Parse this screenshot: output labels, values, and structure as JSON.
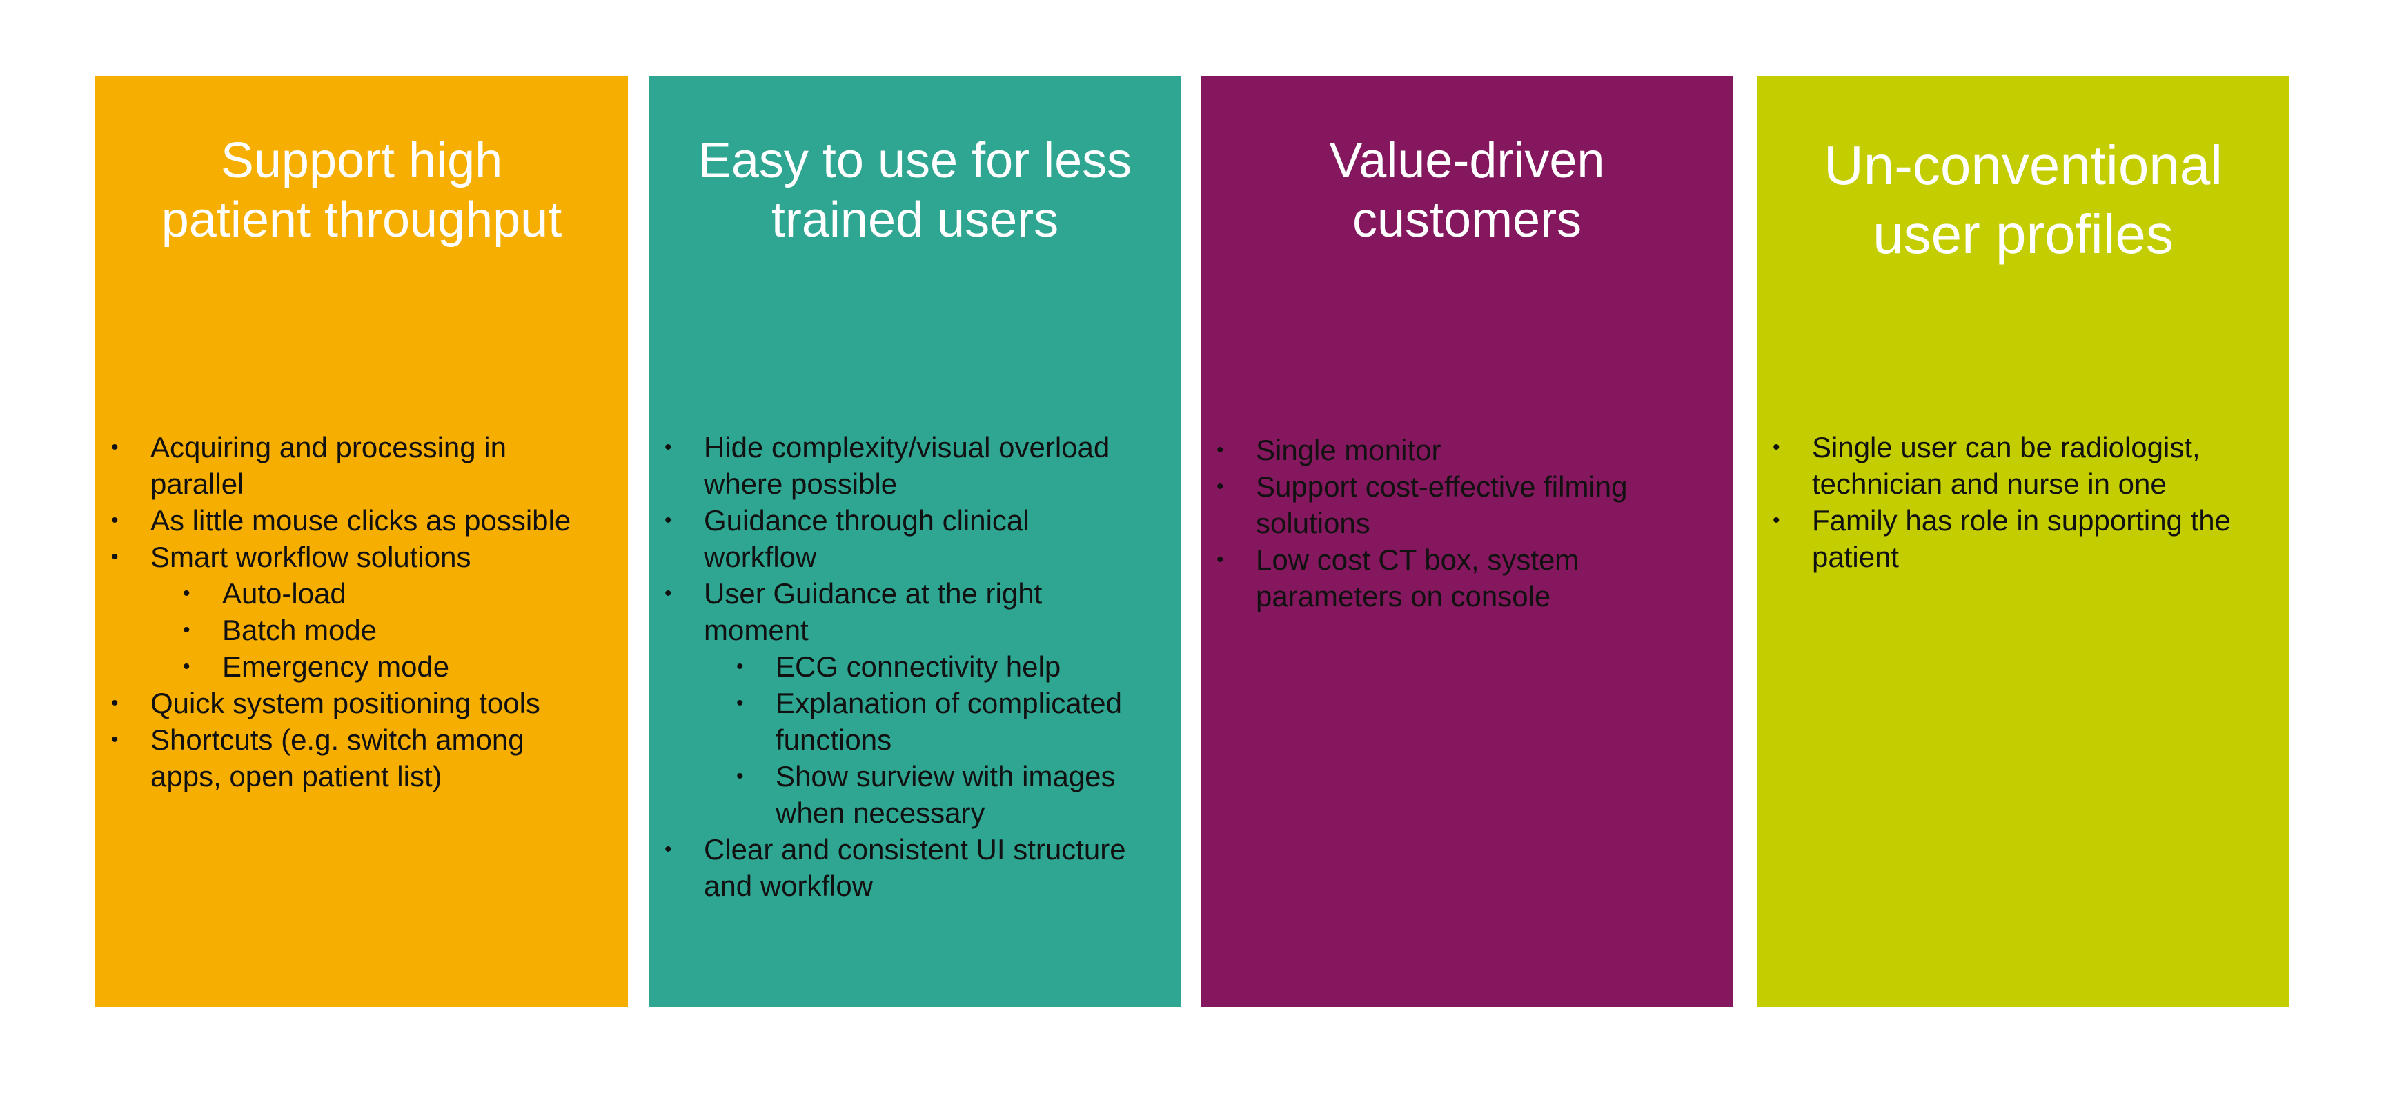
{
  "panels": [
    {
      "color": "#f6ae00",
      "title_lines": [
        "Support high",
        "patient throughput"
      ],
      "items": [
        {
          "text": "Acquiring and processing in",
          "cont": "parallel",
          "level": 1
        },
        {
          "text": "As little mouse clicks as possible",
          "level": 1
        },
        {
          "text": "Smart workflow solutions",
          "level": 1
        },
        {
          "text": "Auto-load",
          "level": 2
        },
        {
          "text": "Batch mode",
          "level": 2
        },
        {
          "text": "Emergency mode",
          "level": 2
        },
        {
          "text": "Quick system positioning tools",
          "level": 1
        },
        {
          "text": "Shortcuts (e.g. switch among",
          "cont": "apps, open patient list)",
          "level": 1
        }
      ]
    },
    {
      "color": "#2fa692",
      "title_lines": [
        "Easy to use for less",
        "trained users"
      ],
      "items": [
        {
          "text": "Hide complexity/visual overload",
          "cont": "where possible",
          "level": 1
        },
        {
          "text": "Guidance through clinical",
          "cont": "workflow",
          "level": 1
        },
        {
          "text": "User Guidance at the right",
          "cont": "moment",
          "level": 1
        },
        {
          "text": "ECG connectivity help",
          "level": 2
        },
        {
          "text": "Explanation of complicated",
          "cont": "functions",
          "level": 2
        },
        {
          "text": "Show surview with images",
          "cont": "when necessary",
          "level": 2
        },
        {
          "text": "Clear and consistent UI structure",
          "cont": "and workflow",
          "level": 1
        }
      ]
    },
    {
      "color": "#84175e",
      "title_lines": [
        "Value-driven",
        "customers"
      ],
      "items": [
        {
          "text": "Single monitor",
          "level": 1
        },
        {
          "text": "Support cost-effective filming",
          "cont": "solutions",
          "level": 1
        },
        {
          "text": "Low cost CT box, system",
          "cont": "parameters on console",
          "level": 1
        }
      ]
    },
    {
      "color": "#c3cd00",
      "title_lines": [
        "Un-conventional",
        "user profiles"
      ],
      "items": [
        {
          "text": "Single user can be radiologist,",
          "cont": "technician and nurse in one",
          "level": 1
        },
        {
          "text": "Family has role in supporting the",
          "cont": "patient",
          "level": 1
        }
      ]
    }
  ]
}
